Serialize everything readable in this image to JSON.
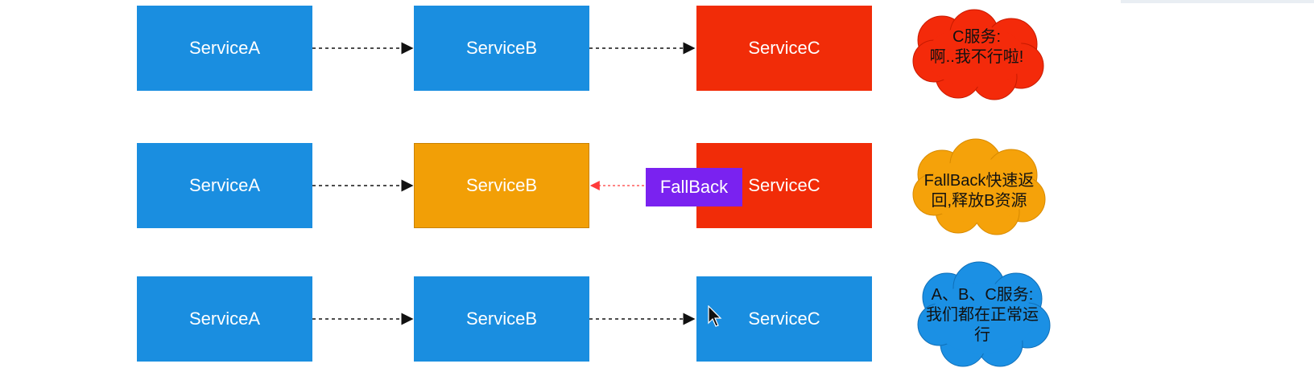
{
  "rows": [
    {
      "service_a": "ServiceA",
      "service_b": "ServiceB",
      "service_c": "ServiceC",
      "note_line1": "C服务:",
      "note_line2": "啊..我不行啦!"
    },
    {
      "service_a": "ServiceA",
      "service_b": "ServiceB",
      "service_c": "ServiceC",
      "fallback_label": "FallBack",
      "note_line1": "FallBack快速返",
      "note_line2": "回,释放B资源"
    },
    {
      "service_a": "ServiceA",
      "service_b": "ServiceB",
      "service_c": "ServiceC",
      "note_line1": "A、B、C服务:",
      "note_line2": "我们都在正常运",
      "note_line3": "行"
    }
  ],
  "colors": {
    "service_blue": "#1a8ee0",
    "service_failed_red": "#f12c08",
    "service_degraded_orange": "#f29f06",
    "fallback_purple": "#7a22f0",
    "fallback_arrow_red": "#ff3b3b"
  }
}
